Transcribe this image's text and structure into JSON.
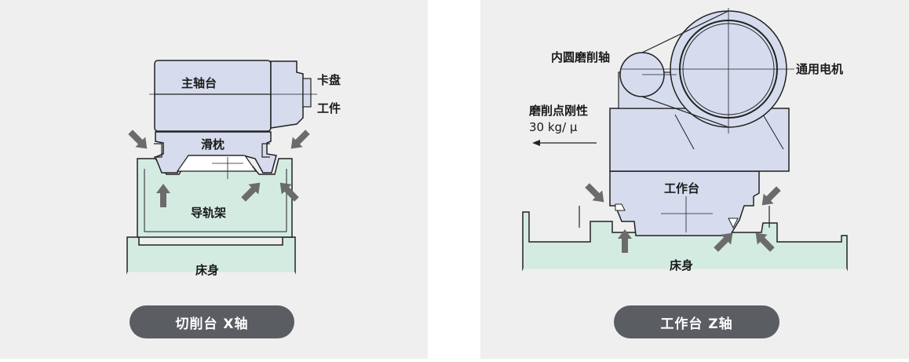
{
  "left": {
    "labels": {
      "headstock": "主轴台",
      "chuck": "卡盘",
      "workpiece": "工件",
      "saddle": "滑枕",
      "guide_frame": "导轨架",
      "bed": "床身"
    },
    "caption": "切削台 X轴"
  },
  "right": {
    "labels": {
      "internal_spindle": "内圆磨削轴",
      "motor": "通用电机",
      "stiffness_title": "磨削点刚性",
      "stiffness_value": "30 kg/ μ",
      "table": "工作台",
      "bed": "床身"
    },
    "caption": "工作台 Z轴"
  },
  "colors": {
    "panel_bg": "#efefef",
    "part_blue": "#d6dcee",
    "bed_green": "#d4ebe2",
    "outline": "#222222",
    "arrow_gray": "#6b6b6b",
    "pill_bg": "#5a5d62"
  }
}
